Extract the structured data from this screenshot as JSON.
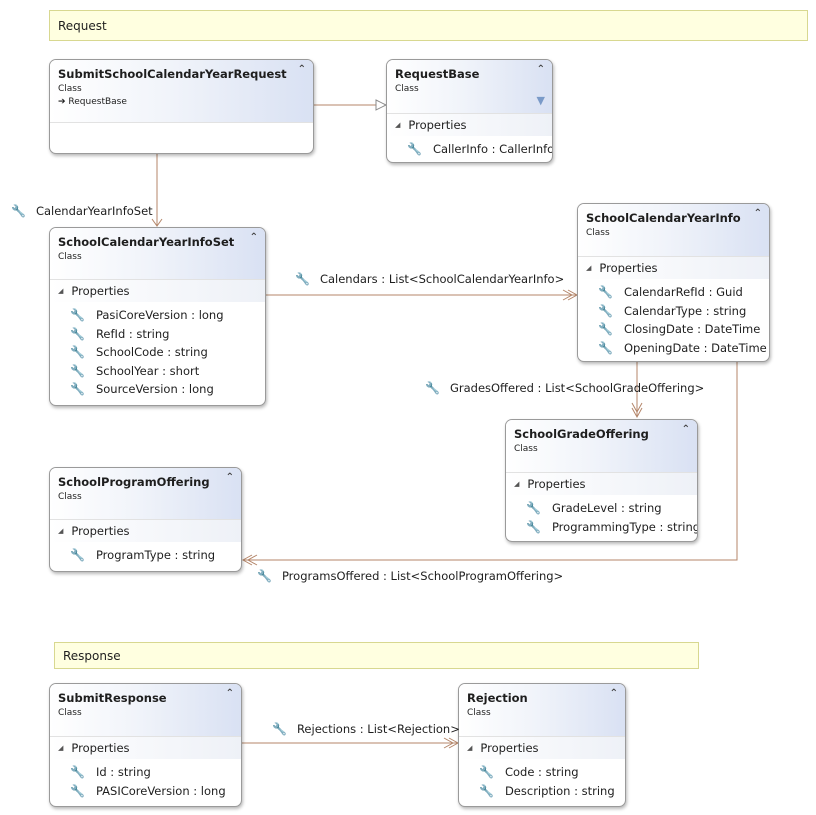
{
  "notes": {
    "request": "Request",
    "response": "Response"
  },
  "classes": {
    "submit_request": {
      "name": "SubmitSchoolCalendarYearRequest",
      "stereotype": "Class",
      "base": "RequestBase",
      "properties_header": "",
      "properties": []
    },
    "request_base": {
      "name": "RequestBase",
      "stereotype": "Class",
      "properties_header": "Properties",
      "properties": [
        "CallerInfo : CallerInfo"
      ]
    },
    "info_set": {
      "name": "SchoolCalendarYearInfoSet",
      "stereotype": "Class",
      "properties_header": "Properties",
      "properties": [
        "PasiCoreVersion : long",
        "RefId : string",
        "SchoolCode : string",
        "SchoolYear : short",
        "SourceVersion : long"
      ]
    },
    "year_info": {
      "name": "SchoolCalendarYearInfo",
      "stereotype": "Class",
      "properties_header": "Properties",
      "properties": [
        "CalendarRefId : Guid",
        "CalendarType : string",
        "ClosingDate : DateTime",
        "OpeningDate : DateTime"
      ]
    },
    "grade_offering": {
      "name": "SchoolGradeOffering",
      "stereotype": "Class",
      "properties_header": "Properties",
      "properties": [
        "GradeLevel : string",
        "ProgrammingType : string"
      ]
    },
    "program_offering": {
      "name": "SchoolProgramOffering",
      "stereotype": "Class",
      "properties_header": "Properties",
      "properties": [
        "ProgramType : string"
      ]
    },
    "submit_response": {
      "name": "SubmitResponse",
      "stereotype": "Class",
      "properties_header": "Properties",
      "properties": [
        "Id : string",
        "PASICoreVersion : long"
      ]
    },
    "rejection": {
      "name": "Rejection",
      "stereotype": "Class",
      "properties_header": "Properties",
      "properties": [
        "Code : string",
        "Description : string"
      ]
    }
  },
  "associations": {
    "calendar_year_info_set": "CalendarYearInfoSet",
    "calendars": "Calendars : List<SchoolCalendarYearInfo>",
    "grades_offered": "GradesOffered : List<SchoolGradeOffering>",
    "programs_offered": "ProgramsOffered : List<SchoolProgramOffering>",
    "rejections": "Rejections : List<Rejection>"
  },
  "icons": {
    "collapse": "⌃",
    "expand_triangle": "◢",
    "wrench": "🔧",
    "inherit_arrow": "➔",
    "filter": "▼"
  },
  "colors": {
    "connector": "#b4866a",
    "note_fill": "#ffffe0",
    "header_gradient_end": "#d9e1f3"
  }
}
